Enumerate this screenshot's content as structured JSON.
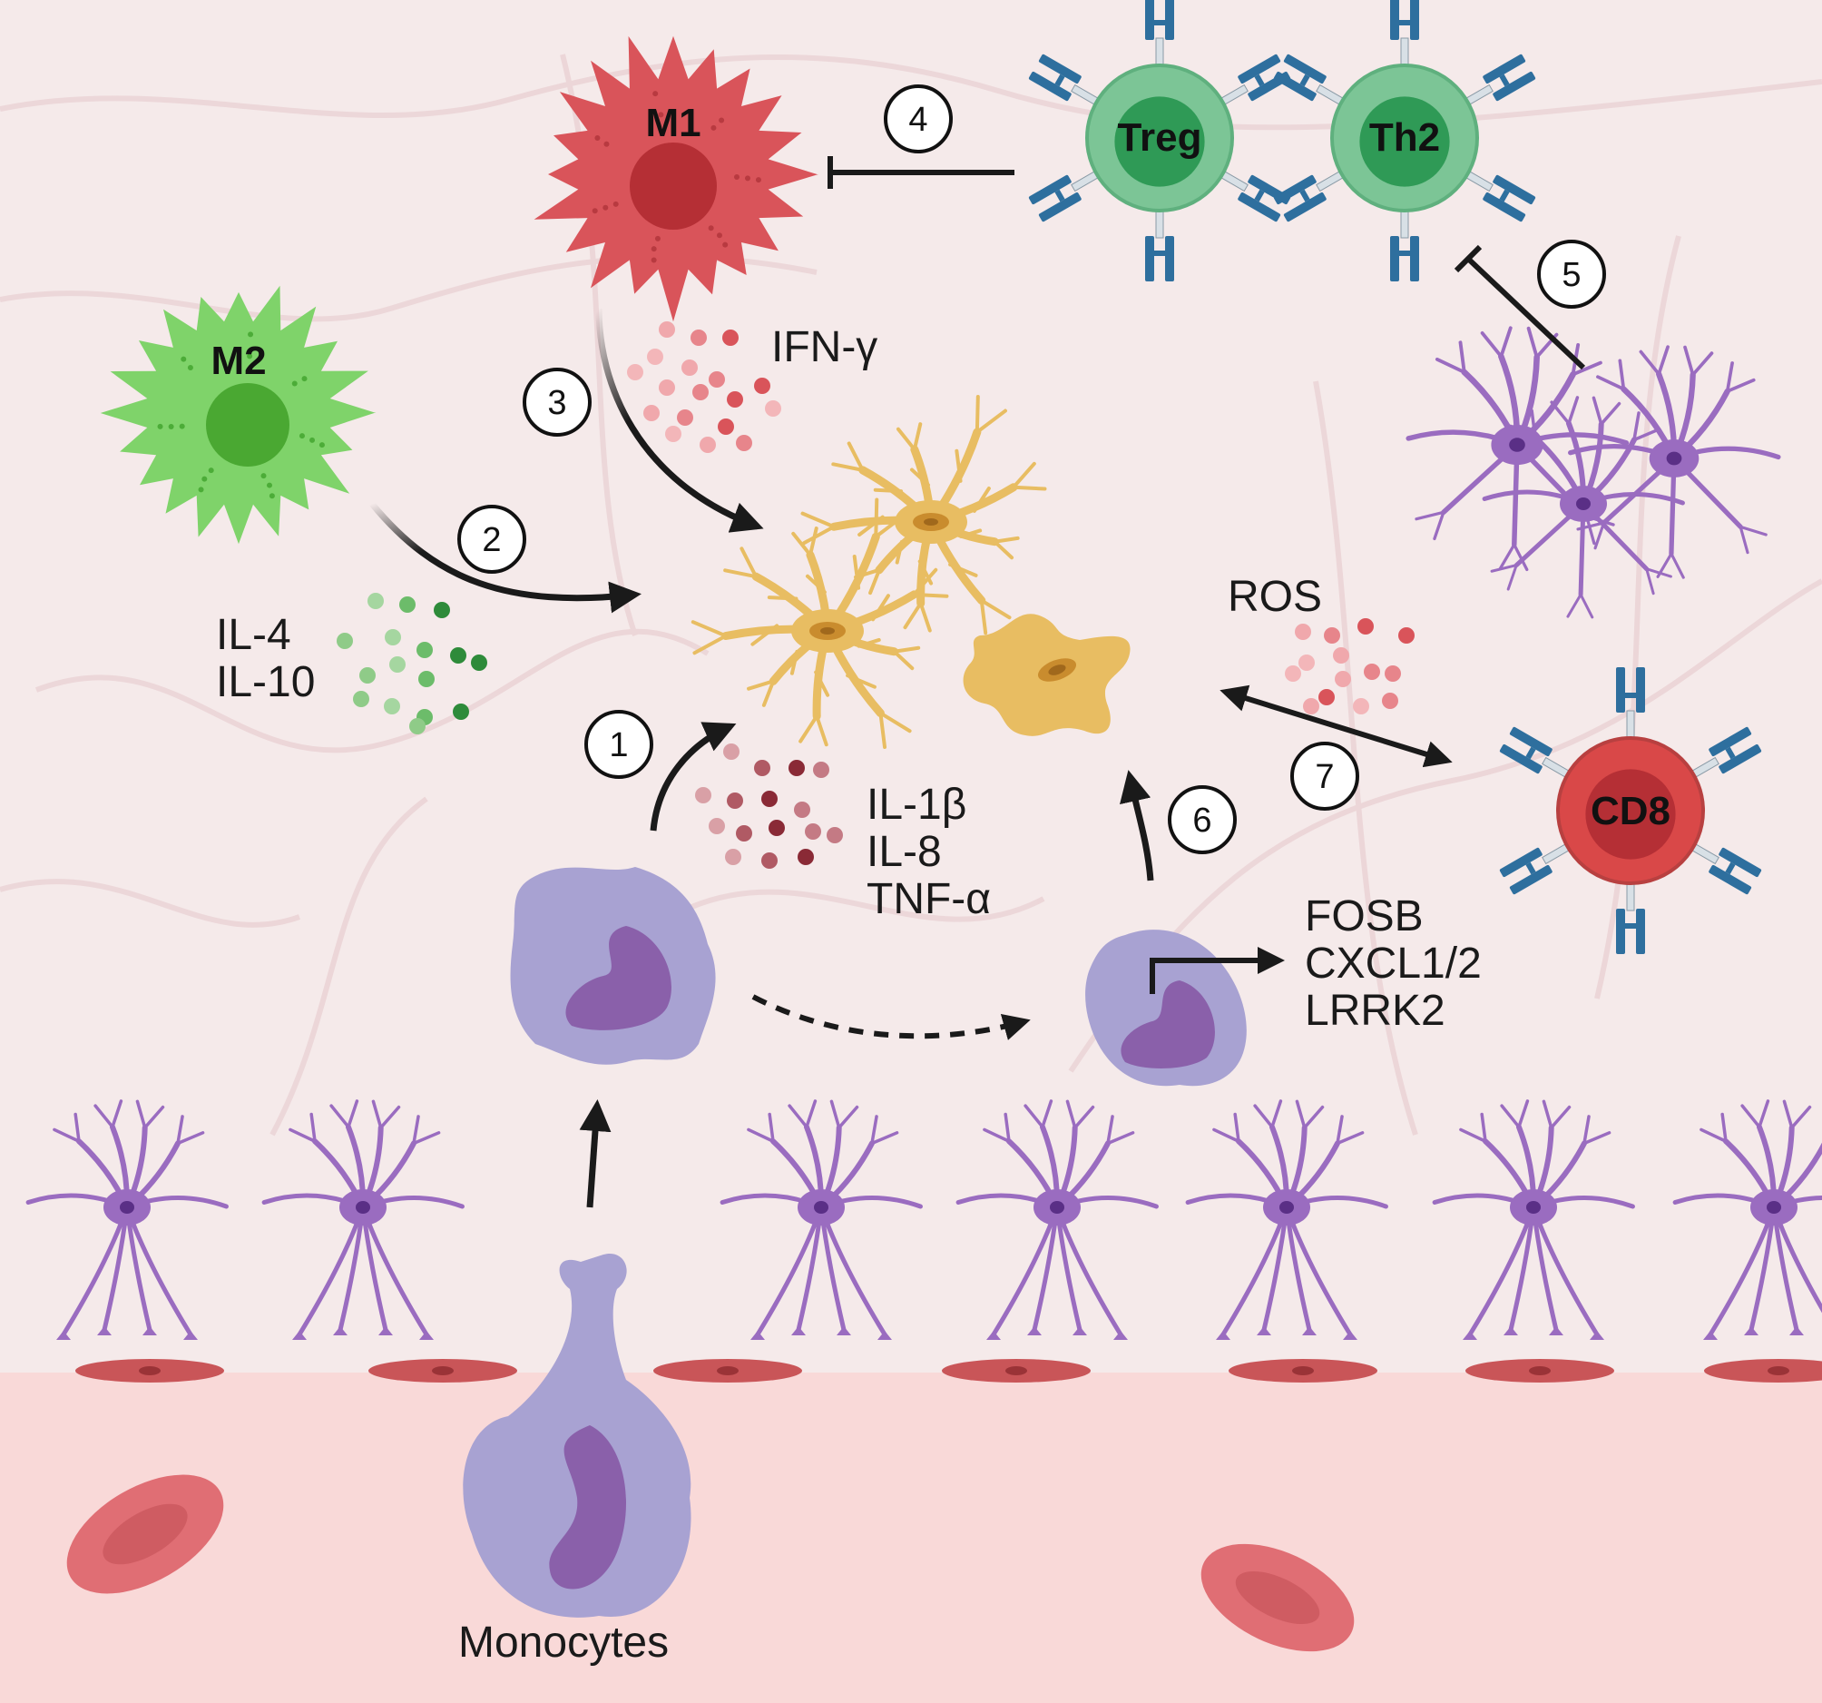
{
  "cells": {
    "m1": "M1",
    "m2": "M2",
    "treg": "Treg",
    "th2": "Th2",
    "cd8": "CD8",
    "monocytes": "Monocytes"
  },
  "labels": {
    "ifn": "IFN-γ",
    "il4": "IL-4",
    "il10": "IL-10",
    "ros": "ROS",
    "il1b": "IL-1β",
    "il8": "IL-8",
    "tnfa": "TNF-α",
    "fosb": "FOSB",
    "cxcl": "CXCL1/2",
    "lrrk2": "LRRK2"
  },
  "steps": [
    "1",
    "2",
    "3",
    "4",
    "5",
    "6",
    "7"
  ],
  "colors": {
    "tissue": "#f5eaea",
    "blood": "#f9d9d8",
    "m1": "#d9545a",
    "m2": "#7fd36a",
    "tcell": "#7cc596",
    "cd8": "#d94848",
    "monocyte": "#a8a2d2",
    "nucleus": "#8a60aa",
    "astrocyte": "#9a6cc0",
    "microglia": "#e8bd62"
  }
}
